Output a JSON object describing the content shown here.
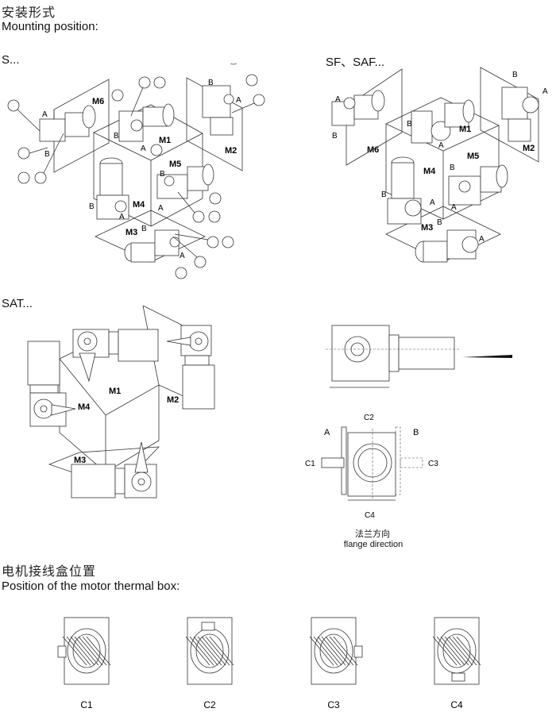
{
  "header": {
    "title_cn": "安装形式",
    "title_en": "Mounting position:"
  },
  "sections": {
    "s": {
      "label": "S...",
      "positions": [
        "M1",
        "M2",
        "M3",
        "M4",
        "M5",
        "M6"
      ],
      "side_a": "A",
      "side_b": "B",
      "symbols": [
        "oil-level-icon",
        "oil-fill-vent-icon",
        "oil-drain-icon",
        "breather-valve-icon"
      ]
    },
    "sf": {
      "label": "SF、SAF...",
      "positions": [
        "M1",
        "M2",
        "M3",
        "M4",
        "M5",
        "M6"
      ],
      "side_a": "A",
      "side_b": "B"
    },
    "sat": {
      "label": "SAT...",
      "positions": [
        "M1",
        "M2",
        "M3",
        "M4"
      ]
    },
    "flange": {
      "labels": {
        "a": "A",
        "b": "B",
        "c1": "C1",
        "c2": "C2",
        "c3": "C3",
        "c4": "C4"
      },
      "caption_cn": "法兰方向",
      "caption_en": "flange direction"
    }
  },
  "thermal_box": {
    "title_cn": "电机接线盒位置",
    "title_en": "Position of the motor thermal box:",
    "options": [
      "C1",
      "C2",
      "C3",
      "C4"
    ]
  }
}
